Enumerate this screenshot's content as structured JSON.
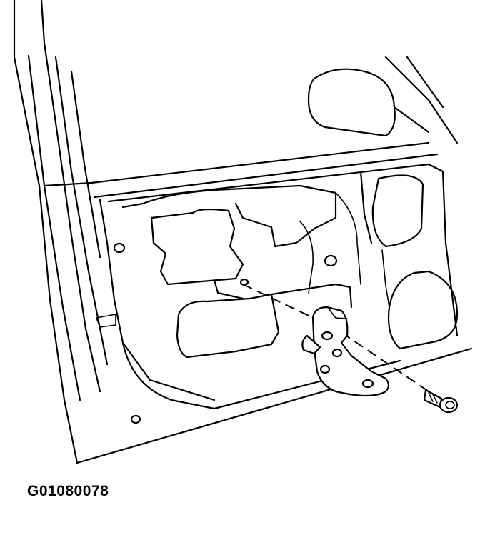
{
  "figure": {
    "id": "G01080078",
    "icons": [
      "door-frame",
      "door-hinge",
      "hinge-bolt"
    ]
  }
}
